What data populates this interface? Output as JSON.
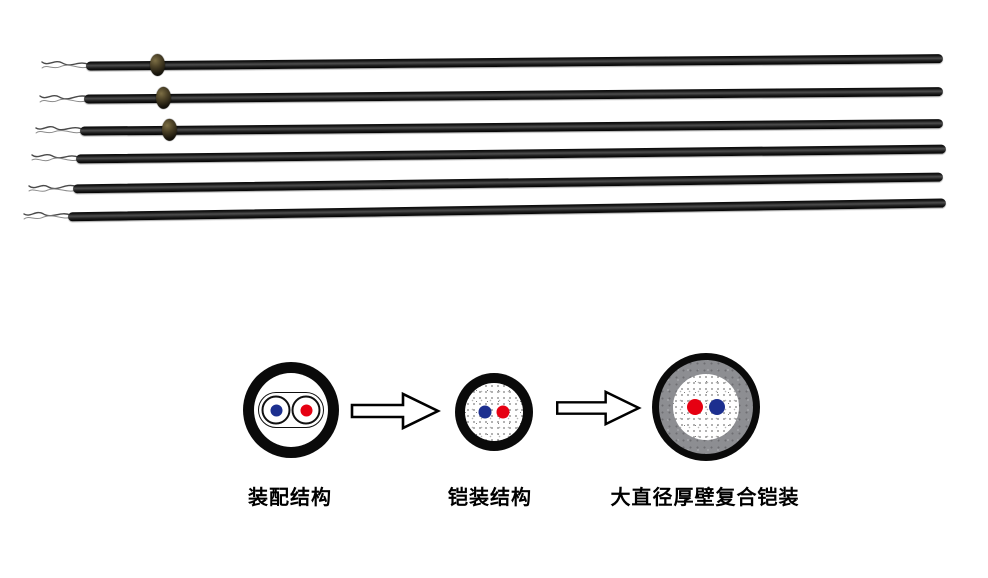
{
  "photo": {
    "cable_count": 6,
    "collared_cable_count": 3
  },
  "diagram": {
    "steps": [
      {
        "label": "装配结构",
        "left_dot": "blue",
        "right_dot": "red"
      },
      {
        "label": "铠装结构",
        "left_dot": "blue",
        "right_dot": "red"
      },
      {
        "label": "大直径厚壁复合铠装",
        "left_dot": "red",
        "right_dot": "blue"
      }
    ]
  },
  "colors": {
    "dot-red": "#e60012",
    "dot-blue": "#1c2f8f",
    "sheath-black": "#0a0a0a",
    "armor-gray": "#8d8e92",
    "background": "#ffffff"
  }
}
